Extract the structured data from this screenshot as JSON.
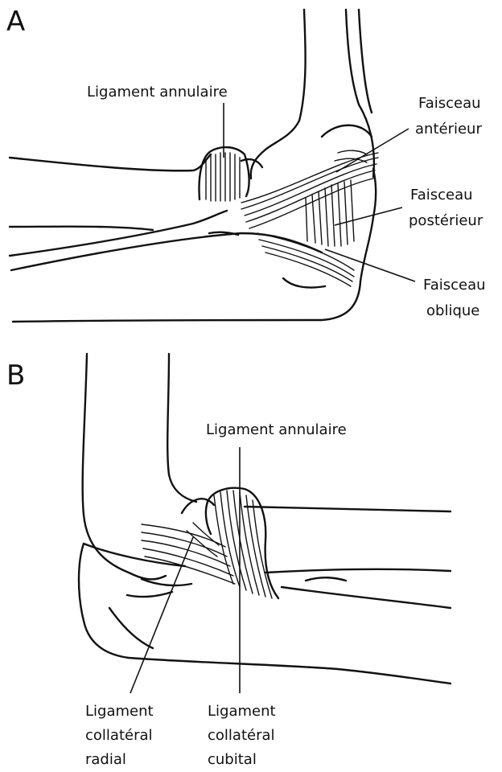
{
  "panel_a": {
    "letter": "A",
    "labels": {
      "annular_ligament": "Ligament annulaire",
      "anterior_bundle_1": "Faisceau",
      "anterior_bundle_2": "antérieur",
      "posterior_bundle_1": "Faisceau",
      "posterior_bundle_2": "postérieur",
      "oblique_bundle_1": "Faisceau",
      "oblique_bundle_2": "oblique"
    }
  },
  "panel_b": {
    "letter": "B",
    "labels": {
      "annular_ligament": "Ligament annulaire",
      "radial_collateral_1": "Ligament",
      "radial_collateral_2": "collatéral",
      "radial_collateral_3": "radial",
      "ulnar_collateral_1": "Ligament",
      "ulnar_collateral_2": "collatéral",
      "ulnar_collateral_3": "cubital"
    }
  }
}
